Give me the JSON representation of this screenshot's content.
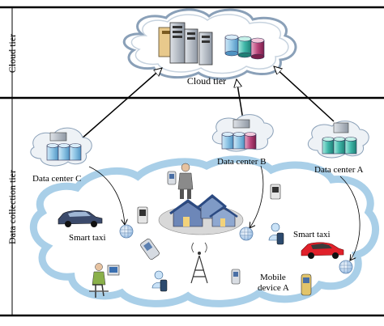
{
  "tiers": {
    "cloud_side_label": "Cloud tier",
    "cloud_center_label": "Cloud tier",
    "collection_side_label": "Data collection tier"
  },
  "data_centers": {
    "a": "Data center A",
    "b": "Data center B",
    "c": "Data center C"
  },
  "devices": {
    "smart_taxi_left": "Smart taxi",
    "smart_taxi_right": "Smart taxi",
    "mobile_device_line1": "Mobile",
    "mobile_device_line2": "device A"
  },
  "colors": {
    "cloud_fill": "#ffffff",
    "cloud_outline": "#8aa0b8",
    "collection_cloud": "#a9cfe8",
    "server_teal": "#3fb6a8",
    "server_blue": "#7fb8d6",
    "server_magenta": "#b9447a",
    "taxi_red": "#e0202a",
    "taxi_dark": "#3b4a6b",
    "node_blue": "#cfe2f5"
  }
}
